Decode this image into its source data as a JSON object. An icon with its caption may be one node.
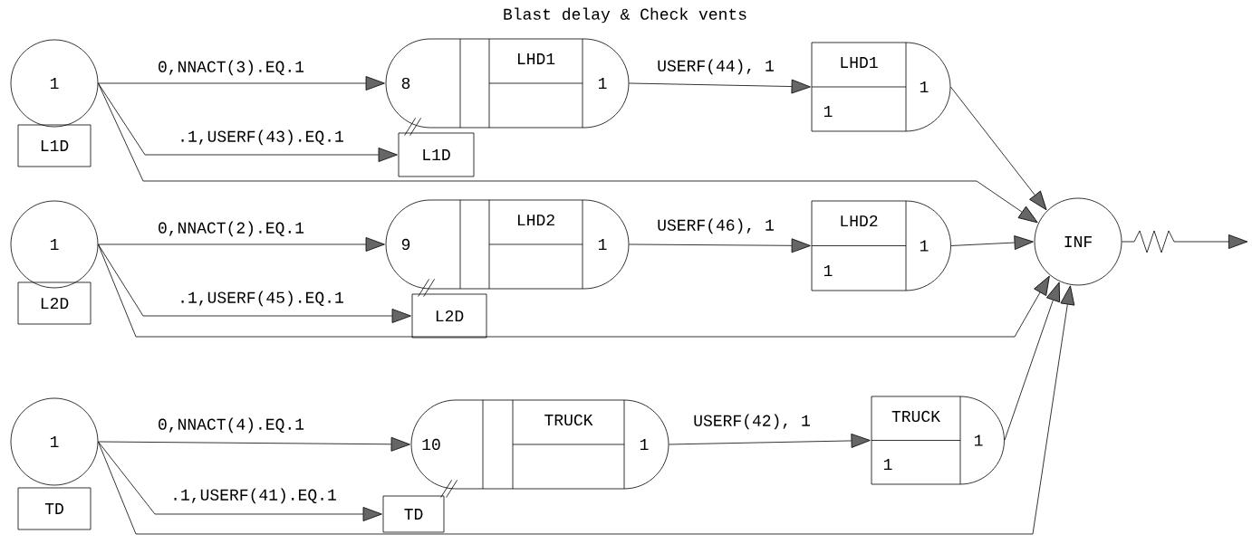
{
  "diagram": {
    "title": "Blast delay & Check vents",
    "nodes": [
      {
        "text": [
          "1"
        ],
        "beside": [
          "L1D"
        ]
      },
      {
        "text": [
          "8",
          "LHD1",
          "1"
        ]
      },
      {
        "text": [
          "L1D"
        ]
      },
      {
        "text": [
          "LHD1",
          "1",
          "1"
        ]
      },
      {
        "text": [
          "1"
        ],
        "beside": [
          "L2D"
        ]
      },
      {
        "text": [
          "9",
          "LHD2",
          "1"
        ]
      },
      {
        "text": [
          "L2D"
        ]
      },
      {
        "text": [
          "LHD2",
          "1",
          "1"
        ]
      },
      {
        "text": [
          "1"
        ],
        "beside": [
          "TD"
        ]
      },
      {
        "text": [
          "10",
          "TRUCK",
          "1"
        ]
      },
      {
        "text": [
          "TD"
        ]
      },
      {
        "text": [
          "TRUCK",
          "1",
          "1"
        ]
      },
      {
        "text": [
          "INF"
        ]
      }
    ],
    "edges": [
      {
        "from": 0,
        "to": 1,
        "arrow": "to",
        "label": "0,NNACT(3).EQ.1"
      },
      {
        "from": 0,
        "to": 2,
        "arrow": "to",
        "label": ".1,USERF(43).EQ.1"
      },
      {
        "from": 0,
        "to": 12,
        "arrow": "to"
      },
      {
        "from": 1,
        "to": 3,
        "arrow": "to",
        "label": "USERF(44), 1"
      },
      {
        "from": 3,
        "to": 12,
        "arrow": "to"
      },
      {
        "from": 4,
        "to": 5,
        "arrow": "to",
        "label": "0,NNACT(2).EQ.1"
      },
      {
        "from": 4,
        "to": 6,
        "arrow": "to",
        "label": ".1,USERF(45).EQ.1"
      },
      {
        "from": 4,
        "to": 12,
        "arrow": "to"
      },
      {
        "from": 5,
        "to": 7,
        "arrow": "to",
        "label": "USERF(46), 1"
      },
      {
        "from": 7,
        "to": 12,
        "arrow": "to"
      },
      {
        "from": 8,
        "to": 9,
        "arrow": "to",
        "label": "0,NNACT(4).EQ.1"
      },
      {
        "from": 8,
        "to": 10,
        "arrow": "to",
        "label": ".1,USERF(41).EQ.1"
      },
      {
        "from": 8,
        "to": 12,
        "arrow": "to"
      },
      {
        "from": 9,
        "to": 11,
        "arrow": "to",
        "label": "USERF(42), 1"
      },
      {
        "from": 11,
        "to": 12,
        "arrow": "to"
      },
      {
        "from": 12,
        "to": null,
        "arrow": "to"
      },
      {
        "from": 1,
        "to": 2,
        "arrow": "none"
      },
      {
        "from": 5,
        "to": 6,
        "arrow": "none"
      },
      {
        "from": 9,
        "to": 10,
        "arrow": "none"
      }
    ]
  }
}
